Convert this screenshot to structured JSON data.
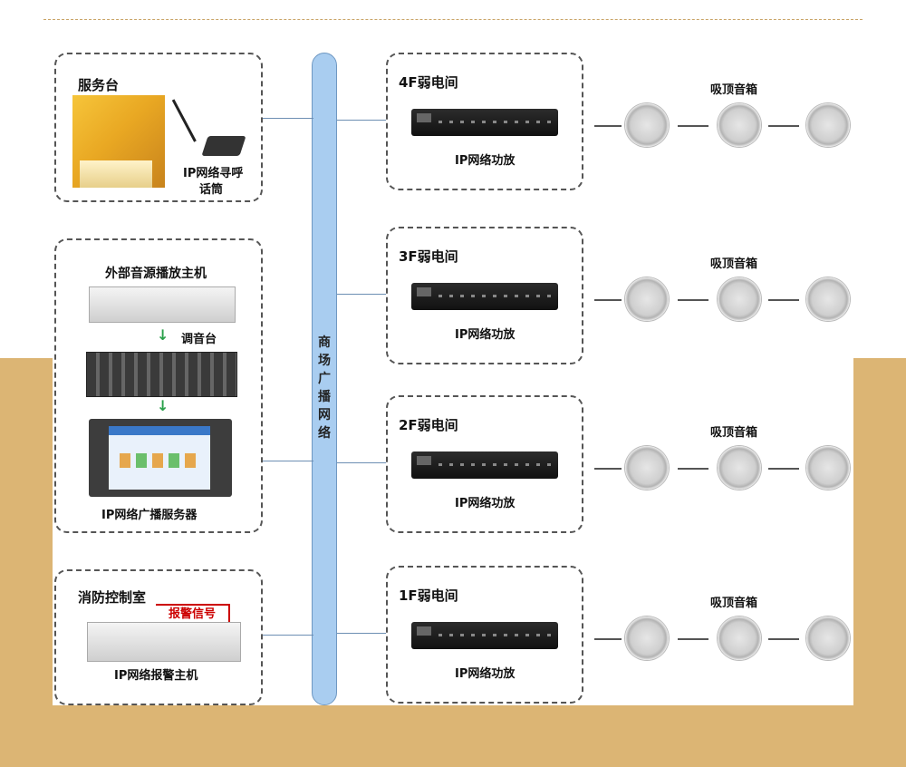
{
  "left": {
    "service": {
      "title": "服务台",
      "mic_label_1": "IP网络寻呼",
      "mic_label_2": "话筒"
    },
    "source": {
      "title": "外部音源播放主机",
      "mixer_label": "调音台",
      "server_label": "IP网络广播服务器"
    },
    "fire": {
      "title": "消防控制室",
      "alarm_tag": "报警信号",
      "host_label": "IP网络报警主机"
    }
  },
  "bus": {
    "label": "商\n场\n广\n播\n网\n络"
  },
  "floors": [
    {
      "room": "4F弱电间",
      "amp_label": "IP网络功放",
      "speaker_label": "吸顶音箱"
    },
    {
      "room": "3F弱电间",
      "amp_label": "IP网络功放",
      "speaker_label": "吸顶音箱"
    },
    {
      "room": "2F弱电间",
      "amp_label": "IP网络功放",
      "speaker_label": "吸顶音箱"
    },
    {
      "room": "1F弱电间",
      "amp_label": "IP网络功放",
      "speaker_label": "吸顶音箱"
    }
  ],
  "colors": {
    "background_band": "#dcb574",
    "bus_fill": "#a9cdf0",
    "alarm_red": "#cc0000"
  }
}
